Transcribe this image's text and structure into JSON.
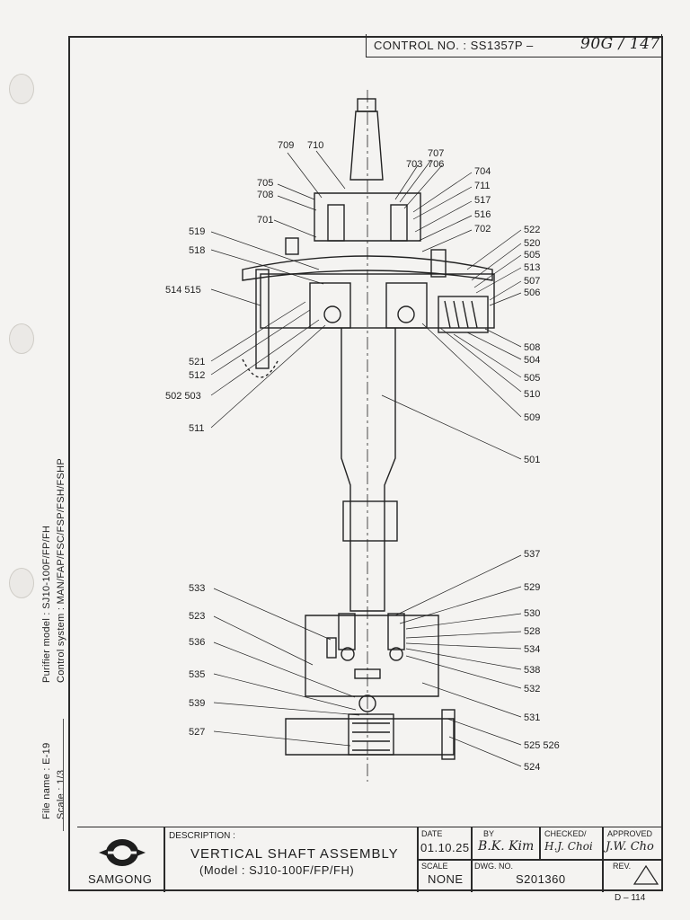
{
  "control": {
    "label": "CONTROL NO. : SS1357P  –",
    "handwritten": "90G / 147"
  },
  "side": {
    "purifier_model": "Purifier model : SJ10-100F/FP/FH",
    "control_system": "Control system : MAN/FAP/FSC/FSP/FSH/FSHP",
    "file_name": "File name : E-19",
    "scale": "Scale    : 1/3"
  },
  "parts": {
    "p709": "709",
    "p710": "710",
    "p707": "707",
    "p703": "703",
    "p706": "706",
    "p704": "704",
    "p711": "711",
    "p705": "705",
    "p708": "708",
    "p517": "517",
    "p516": "516",
    "p701": "701",
    "p702": "702",
    "p519": "519",
    "p522": "522",
    "p518": "518",
    "p520": "520",
    "p505a": "505",
    "p513": "513",
    "p514_515": "514 515",
    "p507": "507",
    "p506": "506",
    "p508": "508",
    "p521": "521",
    "p504": "504",
    "p512": "512",
    "p505b": "505",
    "p502_503": "502 503",
    "p510": "510",
    "p509": "509",
    "p511": "511",
    "p501": "501",
    "p537": "537",
    "p533": "533",
    "p529": "529",
    "p530": "530",
    "p523": "523",
    "p528": "528",
    "p536": "536",
    "p534": "534",
    "p538": "538",
    "p535": "535",
    "p532": "532",
    "p539": "539",
    "p531": "531",
    "p527": "527",
    "p525_526": "525 526",
    "p524": "524"
  },
  "title_block": {
    "brand": "SAMGONG",
    "description_label": "DESCRIPTION :",
    "title": "VERTICAL SHAFT ASSEMBLY",
    "model": "(Model : SJ10-100F/FP/FH)",
    "date_label": "DATE",
    "date": "01.10.25",
    "by_label": "BY",
    "by_sig": "B.K. Kim",
    "checked_label": "CHECKED/",
    "checked_sig": "H.J. Choi",
    "approved_label": "APPROVED",
    "approved_sig": "J.W. Cho",
    "scale_label": "SCALE",
    "scale": "NONE",
    "dwg_label": "DWG. NO.",
    "dwg_no": "S201360",
    "rev_label": "REV."
  },
  "page_ref": "D – 114"
}
